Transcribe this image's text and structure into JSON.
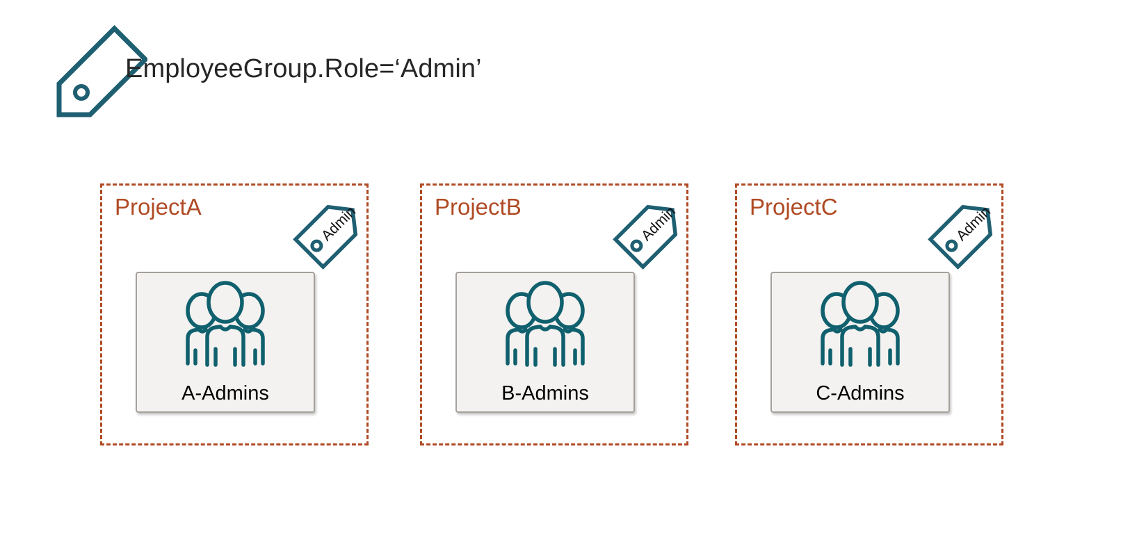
{
  "legend": {
    "icon": "tag-icon",
    "label": "EmployeeGroup.Role=‘Admin’"
  },
  "colors": {
    "tag_teal": "#1F5F72",
    "project_border": "#B04A24",
    "project_title": "#B04A24",
    "card_bg": "#F3F2F0",
    "card_border": "#A5A09B",
    "label_text": "#000000",
    "legend_text": "#262626",
    "page_bg": "#FFFFFF"
  },
  "projects": [
    {
      "title": "ProjectA",
      "tag_label": "Admin",
      "group": {
        "label": "A-Admins",
        "icon": "people-group-icon"
      }
    },
    {
      "title": "ProjectB",
      "tag_label": "Admin",
      "group": {
        "label": "B-Admins",
        "icon": "people-group-icon"
      }
    },
    {
      "title": "ProjectC",
      "tag_label": "Admin",
      "group": {
        "label": "C-Admins",
        "icon": "people-group-icon"
      }
    }
  ]
}
